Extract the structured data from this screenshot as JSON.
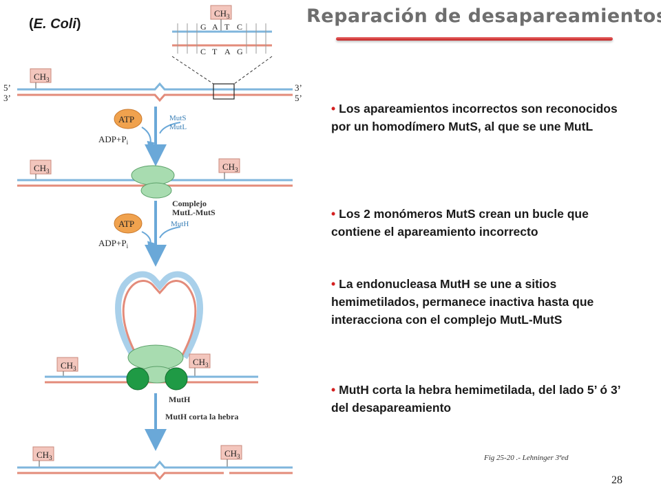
{
  "slide": {
    "title": "Reparación de desapareamientos",
    "organism_open": "(",
    "organism_name": "E. Coli",
    "organism_close": ")",
    "caption": "Fig 25-20 .- Lehninger 3ªed",
    "page_number": "28"
  },
  "bullets": [
    {
      "text": "Los apareamientos incorrectos son reconocidos por un homodímero MutS, al que se une MutL"
    },
    {
      "text": "Los 2 monómeros MutS crean un bucle que contiene el apareamiento incorrecto"
    },
    {
      "text": "La endonucleasa MutH se une a sitios hemimetilados, permanece inactiva hasta que interacciona con el complejo MutL-MutS"
    },
    {
      "text": "MutH corta la hebra hemimetilada, del lado 5’ ó 3’ del desapareamiento"
    }
  ],
  "diagram": {
    "ch3": "CH",
    "ch3_sub": "3",
    "top_seq": [
      "G",
      "A",
      "T",
      "C"
    ],
    "bottom_seq": [
      "C",
      "T",
      "A",
      "G"
    ],
    "end_5": "5’",
    "end_3": "3’",
    "atp": "ATP",
    "adp": "ADP+P",
    "adp_sub": "i",
    "muts": "MutS",
    "mutl": "MutL",
    "complex_line1": "Complejo",
    "complex_line2": "MutL-MutS",
    "muth": "MutH",
    "muth_cut": "MutH corta la hebra"
  },
  "colors": {
    "title": "#6e6e6e",
    "underline": "#c31f1f",
    "bullet_dot": "#d42020",
    "strand_blue": "#7fb6dc",
    "strand_red": "#e38b7a",
    "ch3_box": "#f3c6bd",
    "arrow": "#6aa8d8",
    "muts_green": "#a8dcb0",
    "muth_green": "#1f9a45",
    "atp_orange": "#f0a24e"
  }
}
